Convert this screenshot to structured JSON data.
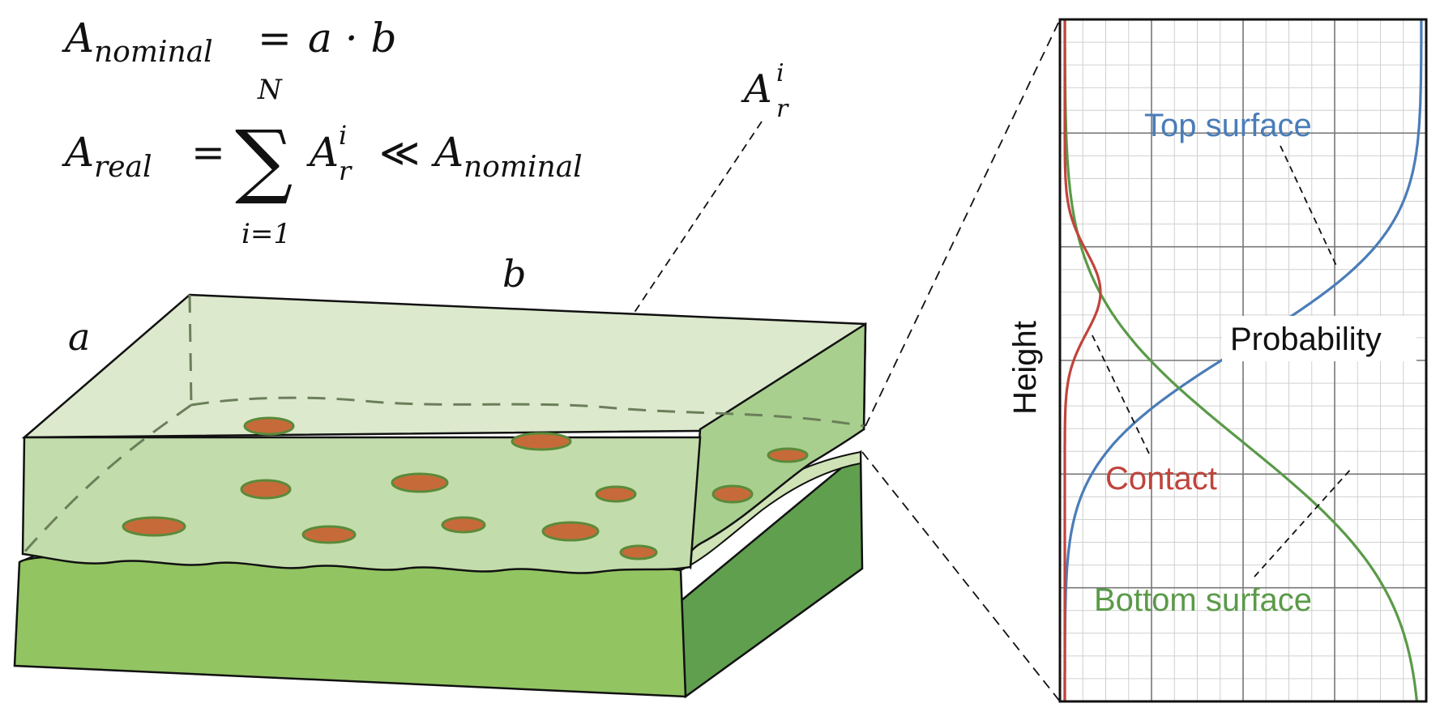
{
  "equations": {
    "nominal": {
      "lhs_symbol": "A",
      "lhs_subscript": "nominal",
      "equals": "=",
      "rhs": "a · b"
    },
    "real": {
      "lhs_symbol": "A",
      "lhs_subscript": "real",
      "equals": "=",
      "sum_symbol": "∑",
      "sum_upper": "N",
      "sum_lower": "i=1",
      "term_symbol": "A",
      "term_superscript": "i",
      "term_subscript": "r",
      "relation": "≪",
      "rhs_symbol": "A",
      "rhs_subscript": "nominal"
    }
  },
  "block_labels": {
    "a": "a",
    "b": "b",
    "contact_symbol": "A",
    "contact_superscript": "i",
    "contact_subscript": "r"
  },
  "colors": {
    "top_block_light": "#dde9cd",
    "top_block_front": "#c3dcab",
    "top_block_side": "#a9cf8f",
    "bottom_block_front": "#92c462",
    "bottom_block_side": "#5f9f4e",
    "contact_patch": "#c76a3a",
    "contact_patch_border": "#5a8a3a",
    "top_curve": "#4a7db8",
    "bottom_curve": "#5a9a48",
    "contact_curve": "#c0443c",
    "grid_major": "#777777",
    "grid_minor": "#d0d0d0"
  },
  "chart_data": {
    "type": "line",
    "title": "",
    "xlabel": "Probability",
    "ylabel": "Height",
    "grid": true,
    "series": [
      {
        "name": "Top surface",
        "kind": "cumulative",
        "mean": 0.52,
        "sd": 0.13,
        "color": "#4a7db8"
      },
      {
        "name": "Bottom surface",
        "kind": "survival",
        "mean": 0.38,
        "sd": 0.17,
        "color": "#5a9a48"
      },
      {
        "name": "Contact",
        "kind": "density",
        "mean": 0.6,
        "sd": 0.06,
        "peak": 0.1,
        "color": "#c0443c"
      }
    ]
  }
}
